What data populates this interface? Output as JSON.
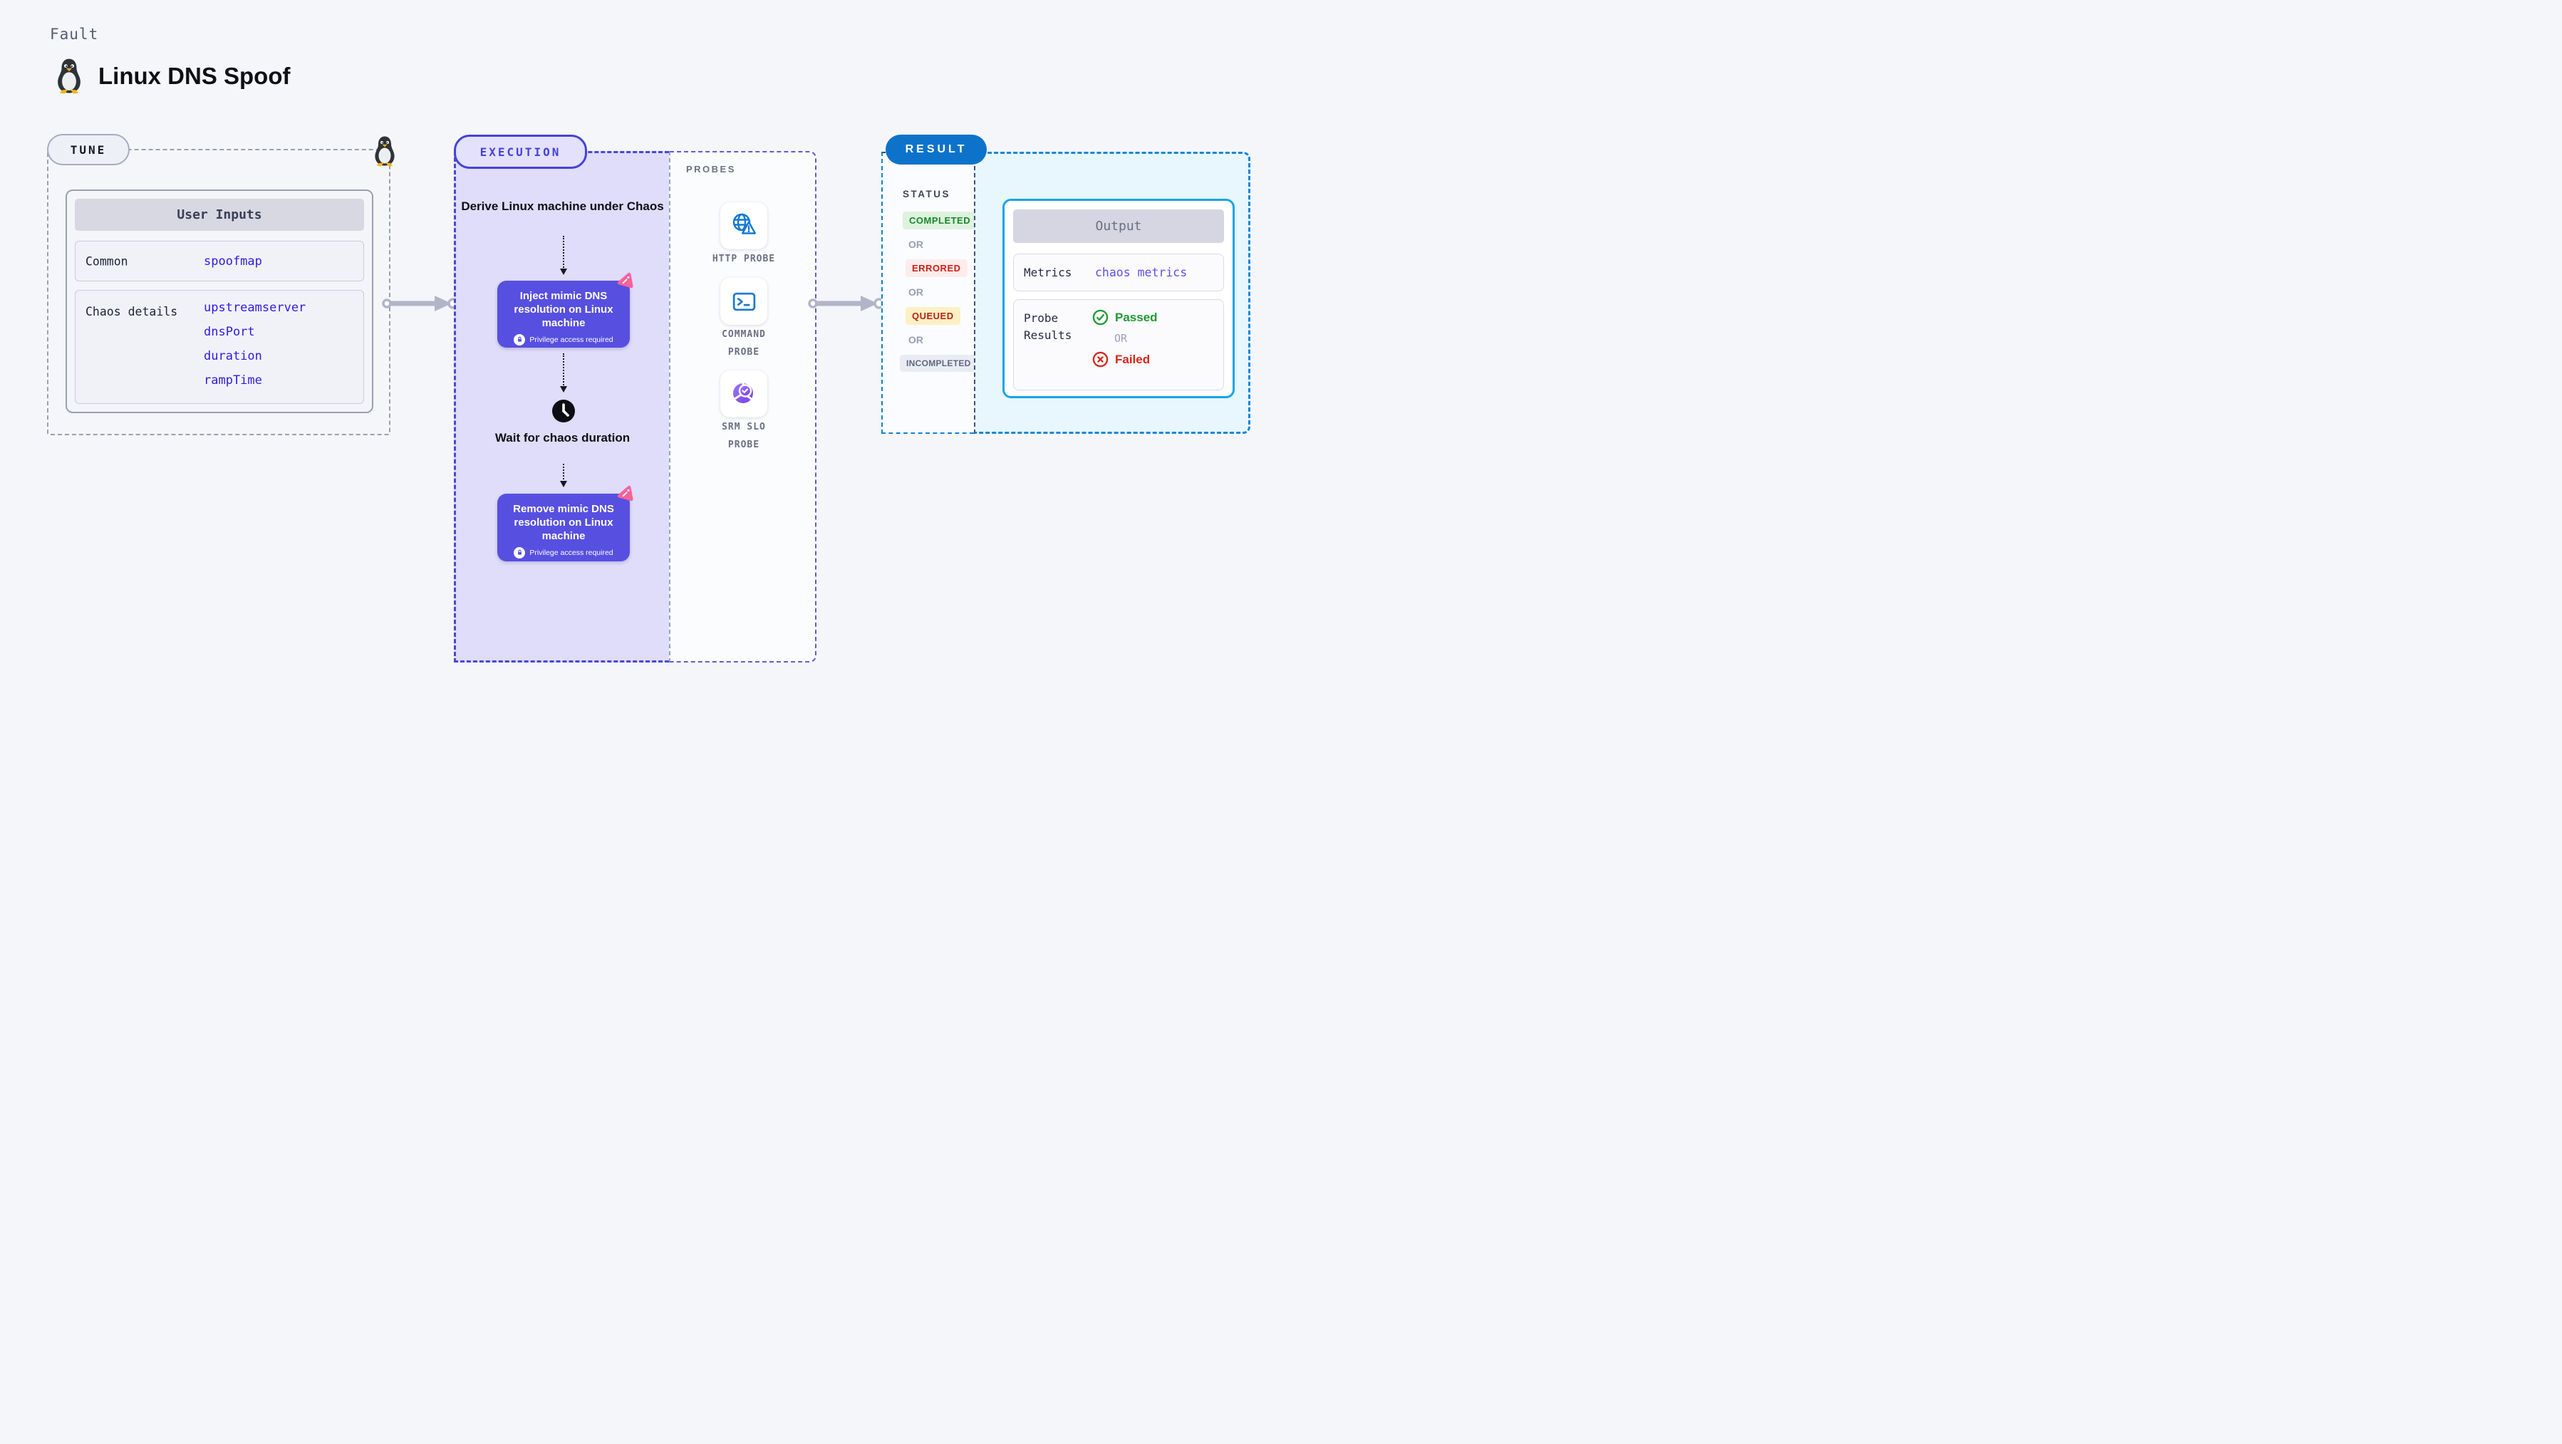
{
  "header": {
    "eyebrow": "Fault",
    "title": "Linux DNS Spoof"
  },
  "tune": {
    "badge": "TUNE",
    "card_title": "User Inputs",
    "rows": [
      {
        "label": "Common",
        "values": [
          "spoofmap"
        ]
      },
      {
        "label": "Chaos details",
        "values": [
          "upstreamserver",
          "dnsPort",
          "duration",
          "rampTime"
        ]
      }
    ]
  },
  "execution": {
    "badge": "EXECUTION",
    "derive_step": "Derive Linux machine under Chaos",
    "inject_step": "Inject mimic DNS resolution on Linux machine",
    "wait_step": "Wait for chaos duration",
    "remove_step": "Remove mimic DNS resolution on Linux machine",
    "privilege_note": "Privilege access required"
  },
  "probes": {
    "title": "PROBES",
    "items": [
      {
        "label": "HTTP PROBE",
        "icon": "globe-alert-icon"
      },
      {
        "label": "COMMAND PROBE",
        "icon": "terminal-icon"
      },
      {
        "label": "SRM SLO PROBE",
        "icon": "slo-pie-icon"
      }
    ]
  },
  "result": {
    "badge": "RESULT",
    "status_title": "STATUS",
    "or": "OR",
    "statuses": [
      {
        "label": "COMPLETED"
      },
      {
        "label": "ERRORED"
      },
      {
        "label": "QUEUED"
      },
      {
        "label": "INCOMPLETED"
      }
    ],
    "output": {
      "title": "Output",
      "metrics_label": "Metrics",
      "metrics_value": "chaos metrics",
      "probe_results_label": "Probe Results",
      "passed": "Passed",
      "failed": "Failed"
    }
  },
  "colors": {
    "page_bg": "#f5f6fa",
    "indigo": "#4542d7",
    "lavender_bg": "#dfddf9",
    "action_box": "#574fe0",
    "input_value_blue": "#2b1ce4",
    "metrics_value_indigo": "#5b51ea",
    "result_blue": "#0d73ca",
    "result_dash_blue": "#1387d8",
    "output_border_cyan": "#16a5e6",
    "cyan_bg": "#e8f6fd",
    "probe_icon_blue": "#1478d2",
    "chaos_pink": "#f7629b",
    "passed_green": "#1f9a32",
    "failed_red": "#d6261a",
    "completed_green": "#178a2b",
    "errored_red": "#cb2114",
    "queued_yellow_bg": "#fdf0c4",
    "arrow_gray": "#b1b5c7"
  }
}
